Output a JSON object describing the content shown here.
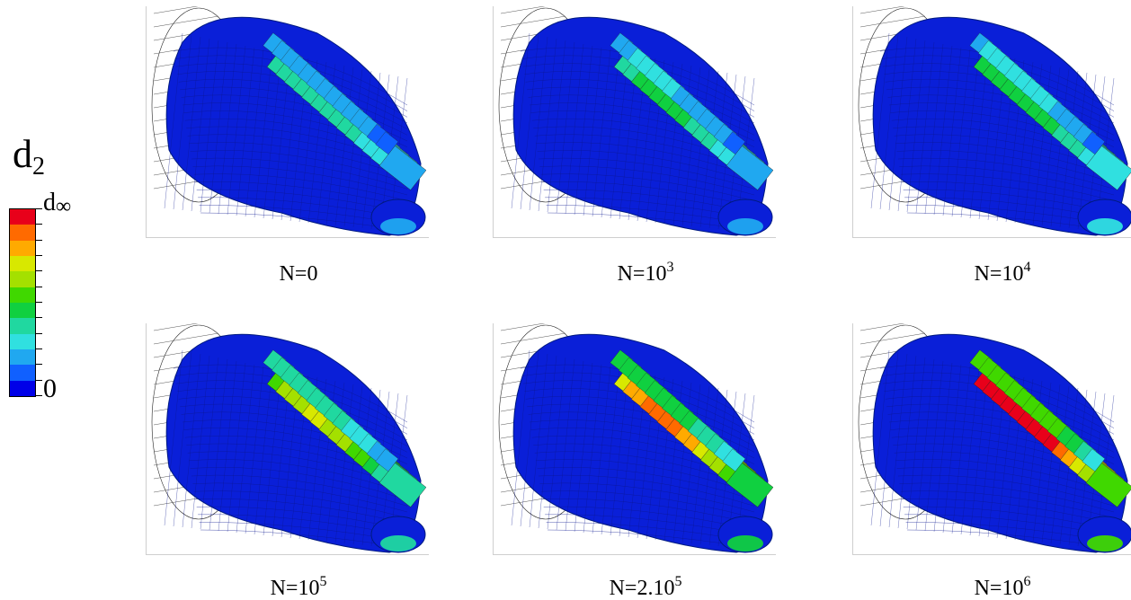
{
  "legend": {
    "symbol": "d",
    "symbol_sub": "2",
    "max_label": "d",
    "max_label_sub": "∞",
    "min_label": "0",
    "colors": [
      "#e8001a",
      "#ff6a00",
      "#ffaa00",
      "#d8e800",
      "#a4e000",
      "#40d800",
      "#10d040",
      "#20d8a0",
      "#30e0e0",
      "#20a8f0",
      "#1060ff",
      "#0000e8"
    ]
  },
  "panels": [
    {
      "caption_base": "N=",
      "caption_num": "0",
      "caption_exp": "",
      "damage": 0.35
    },
    {
      "caption_base": "N=",
      "caption_num": "10",
      "caption_exp": "3",
      "damage": 0.38
    },
    {
      "caption_base": "N=",
      "caption_num": "10",
      "caption_exp": "4",
      "damage": 0.42
    },
    {
      "caption_base": "N=",
      "caption_num": "10",
      "caption_exp": "5",
      "damage": 0.6
    },
    {
      "caption_base": "N=",
      "caption_num": "2.10",
      "caption_exp": "5",
      "damage": 0.78
    },
    {
      "caption_base": "N=",
      "caption_num": "10",
      "caption_exp": "6",
      "damage": 1.0
    }
  ]
}
